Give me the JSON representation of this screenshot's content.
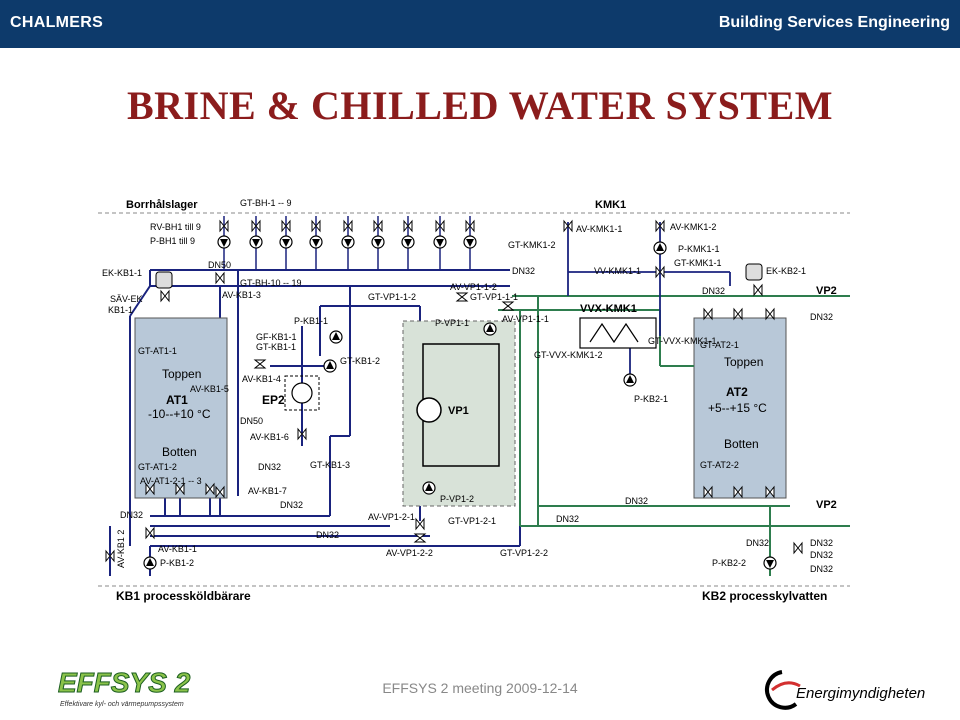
{
  "header": {
    "left": "CHALMERS",
    "right": "Building Services Engineering"
  },
  "title": "BRINE & CHILLED WATER SYSTEM",
  "footer": {
    "meeting": "EFFSYS 2 meeting 2009-12-14"
  },
  "logos": {
    "effsys": {
      "name": "EFFSYS 2",
      "tagline": "Effektivare kyl- och värmepumpssystem"
    },
    "energy": {
      "name": "Energimyndigheten"
    }
  },
  "diagram": {
    "borrhal": "Borrhålslager",
    "kmk1": "KMK1",
    "rv_bh": "RV-BH1 till 9",
    "p_bh": "P-BH1 till 9",
    "gt_bh_1_9": "GT-BH-1 -- 9",
    "gt_bh_10_19": "GT-BH-10 -- 19",
    "dn50_top": "DN50",
    "dn32_top": "DN32",
    "ek_kb1_1": "EK-KB1-1",
    "av_kb1_3": "AV-KB1-3",
    "sav_ek": "SÄV-EK",
    "kb1_1": "KB1-1",
    "gt_at1_1": "GT-AT1-1",
    "toppen1": "Toppen",
    "at1": "AT1",
    "at1_range": "-10--+10 °C",
    "botten1": "Botten",
    "gt_at1_2": "GT-AT1-2",
    "av_at1_2": "AV-AT1-2-1 -- 3",
    "gf_kb1_1": "GF-KB1-1",
    "gt_kb1_1": "GT-KB1-1",
    "p_kb1_1_top": "P-KB1-1",
    "gt_kb1_2": "GT-KB1-2",
    "av_kb1_4": "AV-KB1-4",
    "av_kb1_5": "AV-KB1-5",
    "ep2": "EP2",
    "dn50_mid": "DN50",
    "av_kb1_6": "AV-KB1-6",
    "dn32_mid": "DN32",
    "gt_kb1_3": "GT-KB1-3",
    "av_kb1_7": "AV-KB1-7",
    "dn32_a": "DN32",
    "dn32_b": "DN32",
    "dn32_c": "DN32",
    "av_kb1_1": "AV-KB1-1",
    "p_kb1_2": "P-KB1-2",
    "av_kb1_2": "AV-KB1 2",
    "gt_vp1_1_2": "GT-VP1-1-2",
    "av_vp1_1_2": "AV-VP1-1-2",
    "gt_vp1_1_1": "GT-VP1-1-1",
    "av_vp1_1_1": "AV-VP1-1-1",
    "p_vp1_1": "P-VP1-1",
    "vp1": "VP1",
    "p_vp1_2": "P-VP1-2",
    "av_vp1_2_1": "AV-VP1-2-1",
    "gt_vp1_2_1": "GT-VP1-2-1",
    "av_vp1_2_2": "AV-VP1-2-2",
    "gt_vp1_2_2": "GT-VP1-2-2",
    "dn32_d": "DN32",
    "dn32_e": "DN32",
    "av_kmk1_1": "AV-KMK1-1",
    "gt_kmk1_2": "GT-KMK1-2",
    "av_kmk1_2": "AV-KMK1-2",
    "p_kmk1_1": "P-KMK1-1",
    "vv_kmk1_1": "VV-KMK1-1",
    "gt_kmk1_1": "GT-KMK1-1",
    "vvx_kmk1": "VVX-KMK1",
    "gt_vvx_kmk1_2": "GT-VVX-KMK1-2",
    "gt_vvx_kmk1_1": "GT-VVX-KMK1-1",
    "p_kb2_1": "P-KB2-1",
    "ek_kb2_1": "EK-KB2-1",
    "dn32_f": "DN32",
    "vp2_top": "VP2",
    "dn32_g": "DN32",
    "gt_at2_1": "GT-AT2-1",
    "toppen2": "Toppen",
    "at2": "AT2",
    "at2_range": "+5--+15 °C",
    "botten2": "Botten",
    "gt_at2_2": "GT-AT2-2",
    "dn32_h": "DN32",
    "vp2_bot": "VP2",
    "dn32_i": "DN32",
    "dn32_j": "DN32",
    "p_kb2_2": "P-KB2-2",
    "dn32_k": "DN32",
    "kb1_process": "KB1 processköldbärare",
    "kb2_process": "KB2 processkylvatten"
  }
}
